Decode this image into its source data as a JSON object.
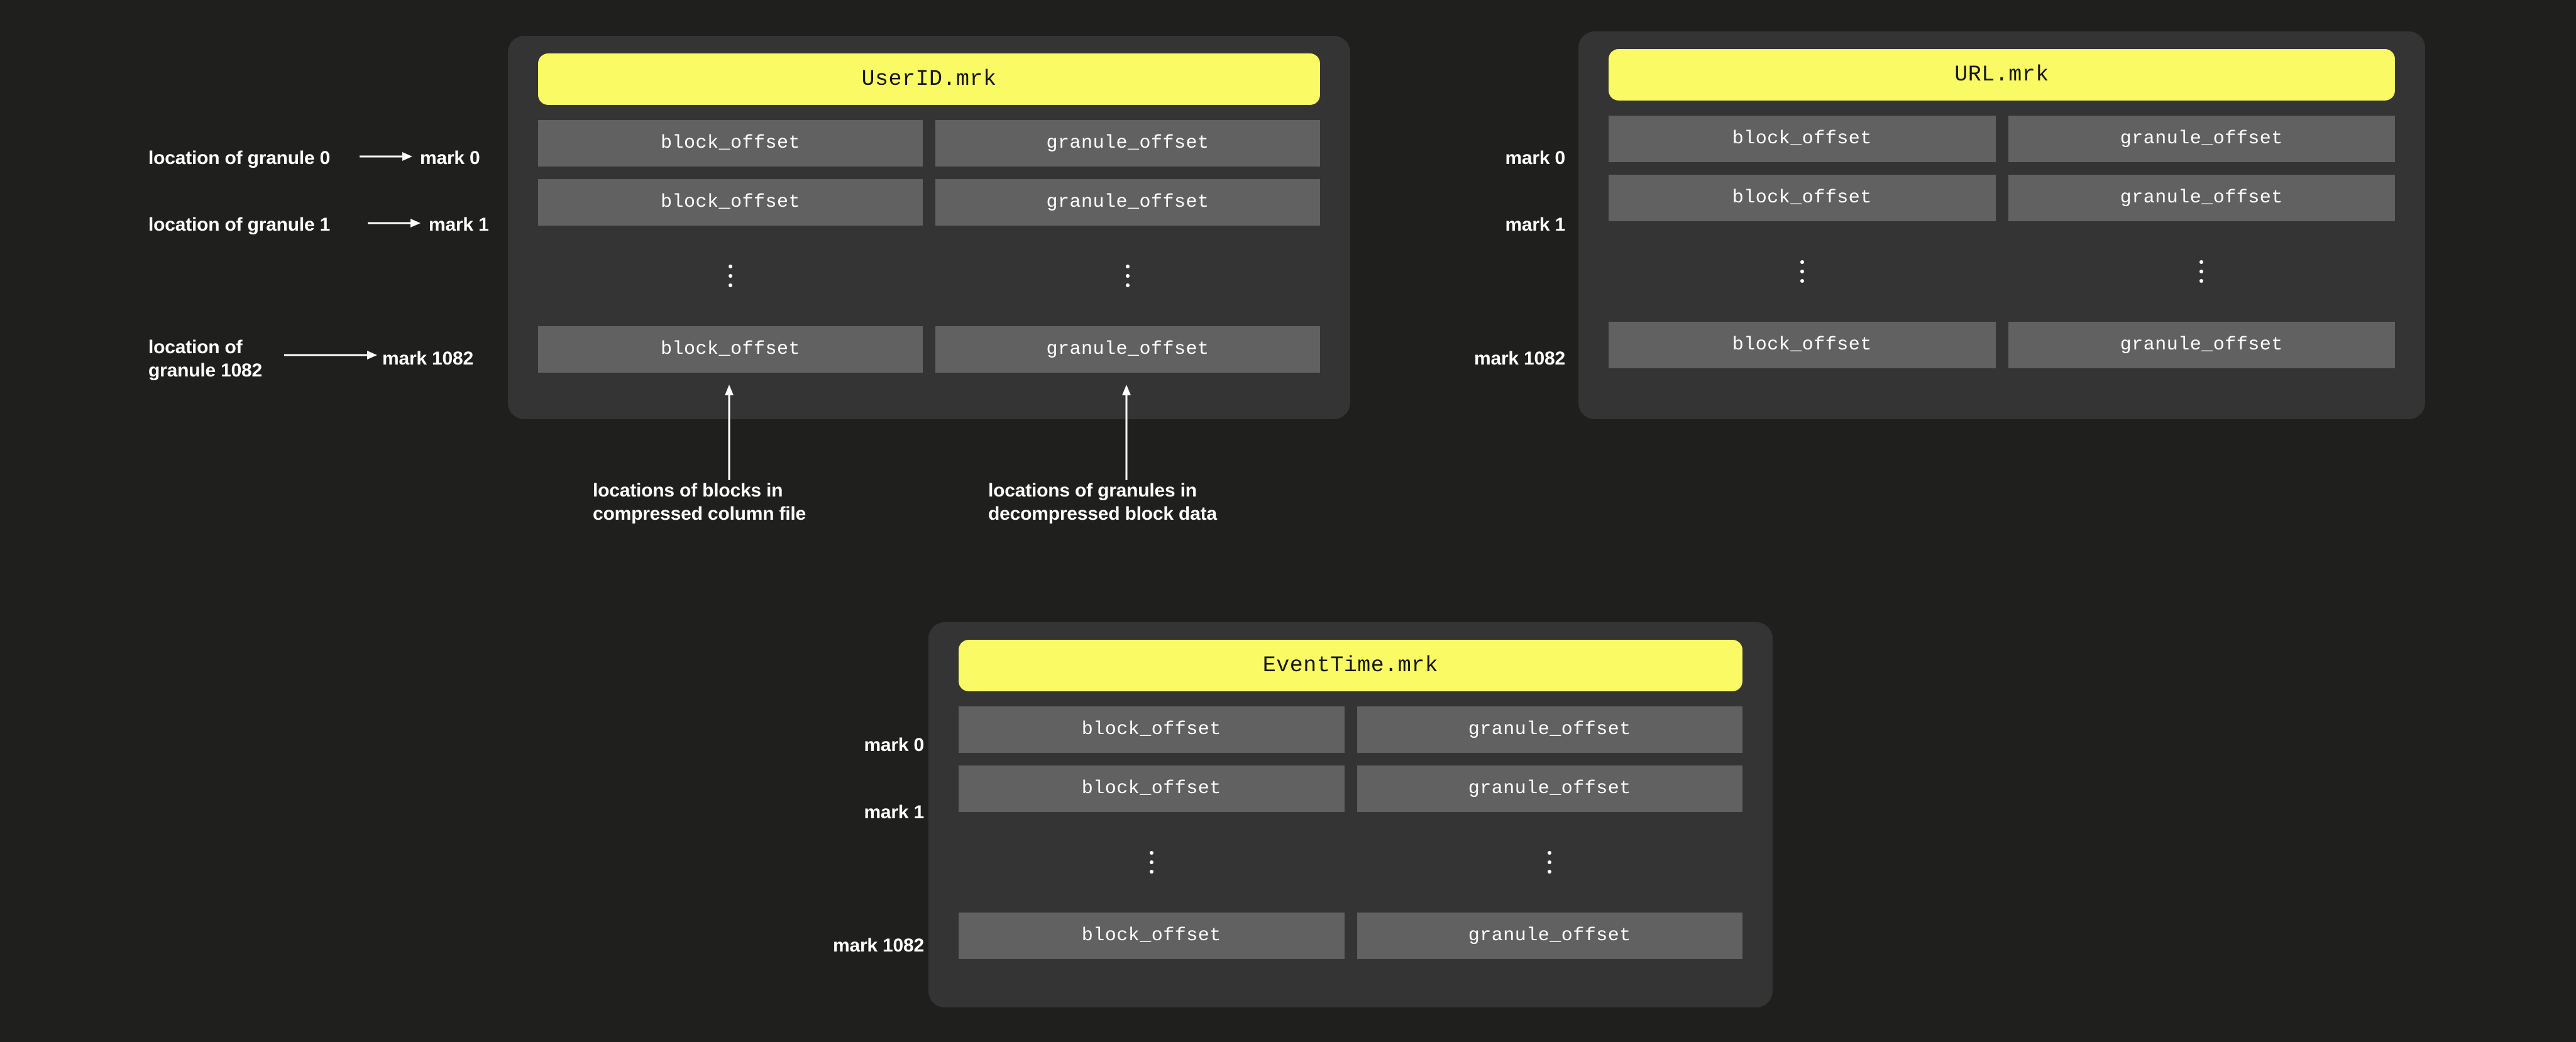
{
  "theme": {
    "page_bg": "#1f1f1d",
    "card_bg": "#343434",
    "cell_bg": "#616161",
    "title_bg": "#FAFA64",
    "title_fg": "#161616",
    "text": "#ffffff"
  },
  "columns": {
    "block_offset": "block_offset",
    "granule_offset": "granule_offset"
  },
  "cards": [
    {
      "id": "userid",
      "title": "UserID.mrk",
      "marks": [
        "mark 0",
        "mark 1",
        "mark 1082"
      ]
    },
    {
      "id": "url",
      "title": "URL.mrk",
      "marks": [
        "mark 0",
        "mark 1",
        "mark 1082"
      ]
    },
    {
      "id": "eventtime",
      "title": "EventTime.mrk",
      "marks": [
        "mark 0",
        "mark 1",
        "mark 1082"
      ]
    }
  ],
  "granule_labels": [
    {
      "text": "location of granule 0",
      "mark": "mark 0"
    },
    {
      "text": "location of granule 1",
      "mark": "mark 1"
    },
    {
      "line1": "location of",
      "line2": "granule 1082",
      "mark": "mark 1082"
    }
  ],
  "annotations": {
    "blocks": "locations of blocks in\ncompressed column file",
    "granules": "locations of granules in\ndecompressed block data"
  }
}
